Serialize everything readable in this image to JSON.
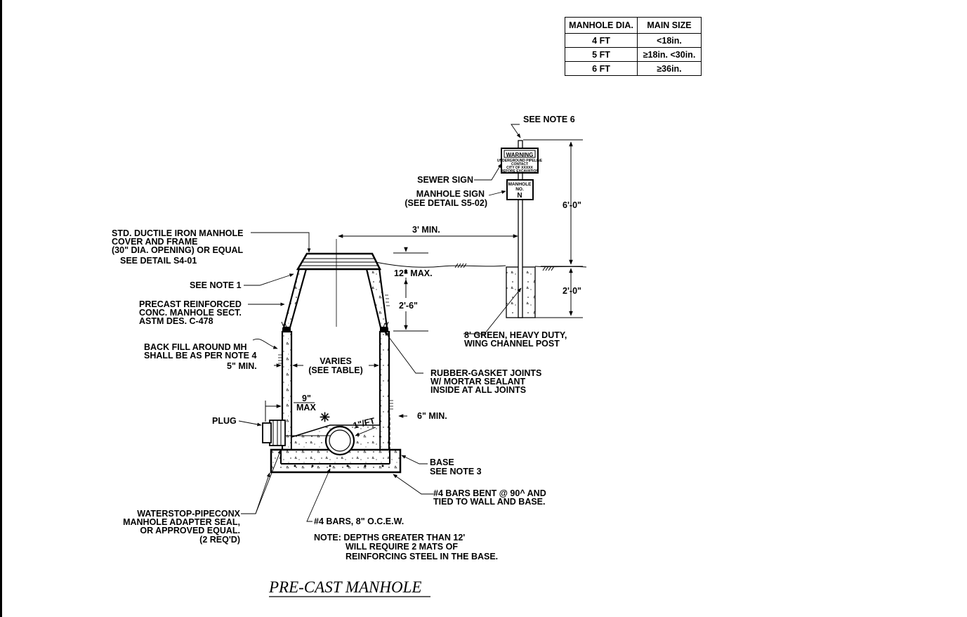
{
  "table": {
    "headers": [
      "MANHOLE DIA.",
      "MAIN SIZE"
    ],
    "rows": [
      [
        "4 FT",
        "<18in."
      ],
      [
        "5 FT",
        "≥18in. <30in."
      ],
      [
        "6 FT",
        "≥36in."
      ]
    ]
  },
  "labels": {
    "see_note_6_prefix": "SEE NOTE",
    "see_note_6_num": "6",
    "warning_sign": "WARNING",
    "warning_fine_1": "UNDERGROUND PIPELINE",
    "warning_fine_2": "CONTACT",
    "warning_fine_3": "CITY OF XXXXX",
    "warning_fine_4": "BEFORE EXCAVATION",
    "manhole_sign_top": "MANHOLE",
    "manhole_sign_no": "NO.",
    "manhole_sign_n": "N",
    "sewer_sign": "SEWER SIGN",
    "manhole_sign_1": "MANHOLE SIGN",
    "manhole_sign_2": "(SEE DETAIL S5-02)",
    "dim_6ft": "6'-0\"",
    "dim_2ft": "2'-0\"",
    "dim_3ft_min": "3' MIN.",
    "dim_12_max": "12\" MAX.",
    "dim_2ft6": "2'-6\"",
    "cover_1": "STD. DUCTILE IRON MANHOLE",
    "cover_2": "COVER AND FRAME",
    "cover_3": "(30\" DIA. OPENING) OR EQUAL",
    "cover_4": "SEE DETAIL S4-01",
    "see_note_1": "SEE NOTE 1",
    "precast_1": "PRECAST REINFORCED",
    "precast_2": "CONC. MANHOLE SECT.",
    "precast_3": "ASTM DES. C-478",
    "backfill_1": "BACK FILL AROUND MH",
    "backfill_2": "SHALL BE AS PER NOTE 4",
    "five_min": "5\" MIN.",
    "varies_1": "VARIES",
    "varies_2": "(SEE TABLE)",
    "post_1": "8' GREEN, HEAVY DUTY,",
    "post_2": "WING CHANNEL POST",
    "gasket_1": "RUBBER-GASKET JOINTS",
    "gasket_2": "W/ MORTAR SEALANT",
    "gasket_3": "INSIDE AT ALL JOINTS",
    "nine_1": "9\"",
    "nine_2": "MAX",
    "slope_num": "1",
    "slope_unit": "\"/FT",
    "six_min": "6\" MIN.",
    "plug": "PLUG",
    "base_1": "BASE",
    "base_2": "SEE NOTE 3",
    "bent_1": "#4 BARS BENT @ 90^ AND",
    "bent_2": "TIED TO WALL AND BASE.",
    "waterstop_1": "WATERSTOP-PIPECONX",
    "waterstop_2": "MANHOLE ADAPTER SEAL,",
    "waterstop_3": "OR APPROVED EQUAL.",
    "waterstop_4": "(2 REQ'D)",
    "bars": "#4 BARS, 8\" O.C.E.W.",
    "note_1": "NOTE: DEPTHS GREATER THAN 12'",
    "note_2": "WILL REQUIRE 2 MATS OF",
    "note_3": "REINFORCING STEEL IN THE BASE.",
    "title": "PRE-CAST MANHOLE"
  },
  "colors": {
    "accent": "#c2185b",
    "ink": "#000000"
  }
}
